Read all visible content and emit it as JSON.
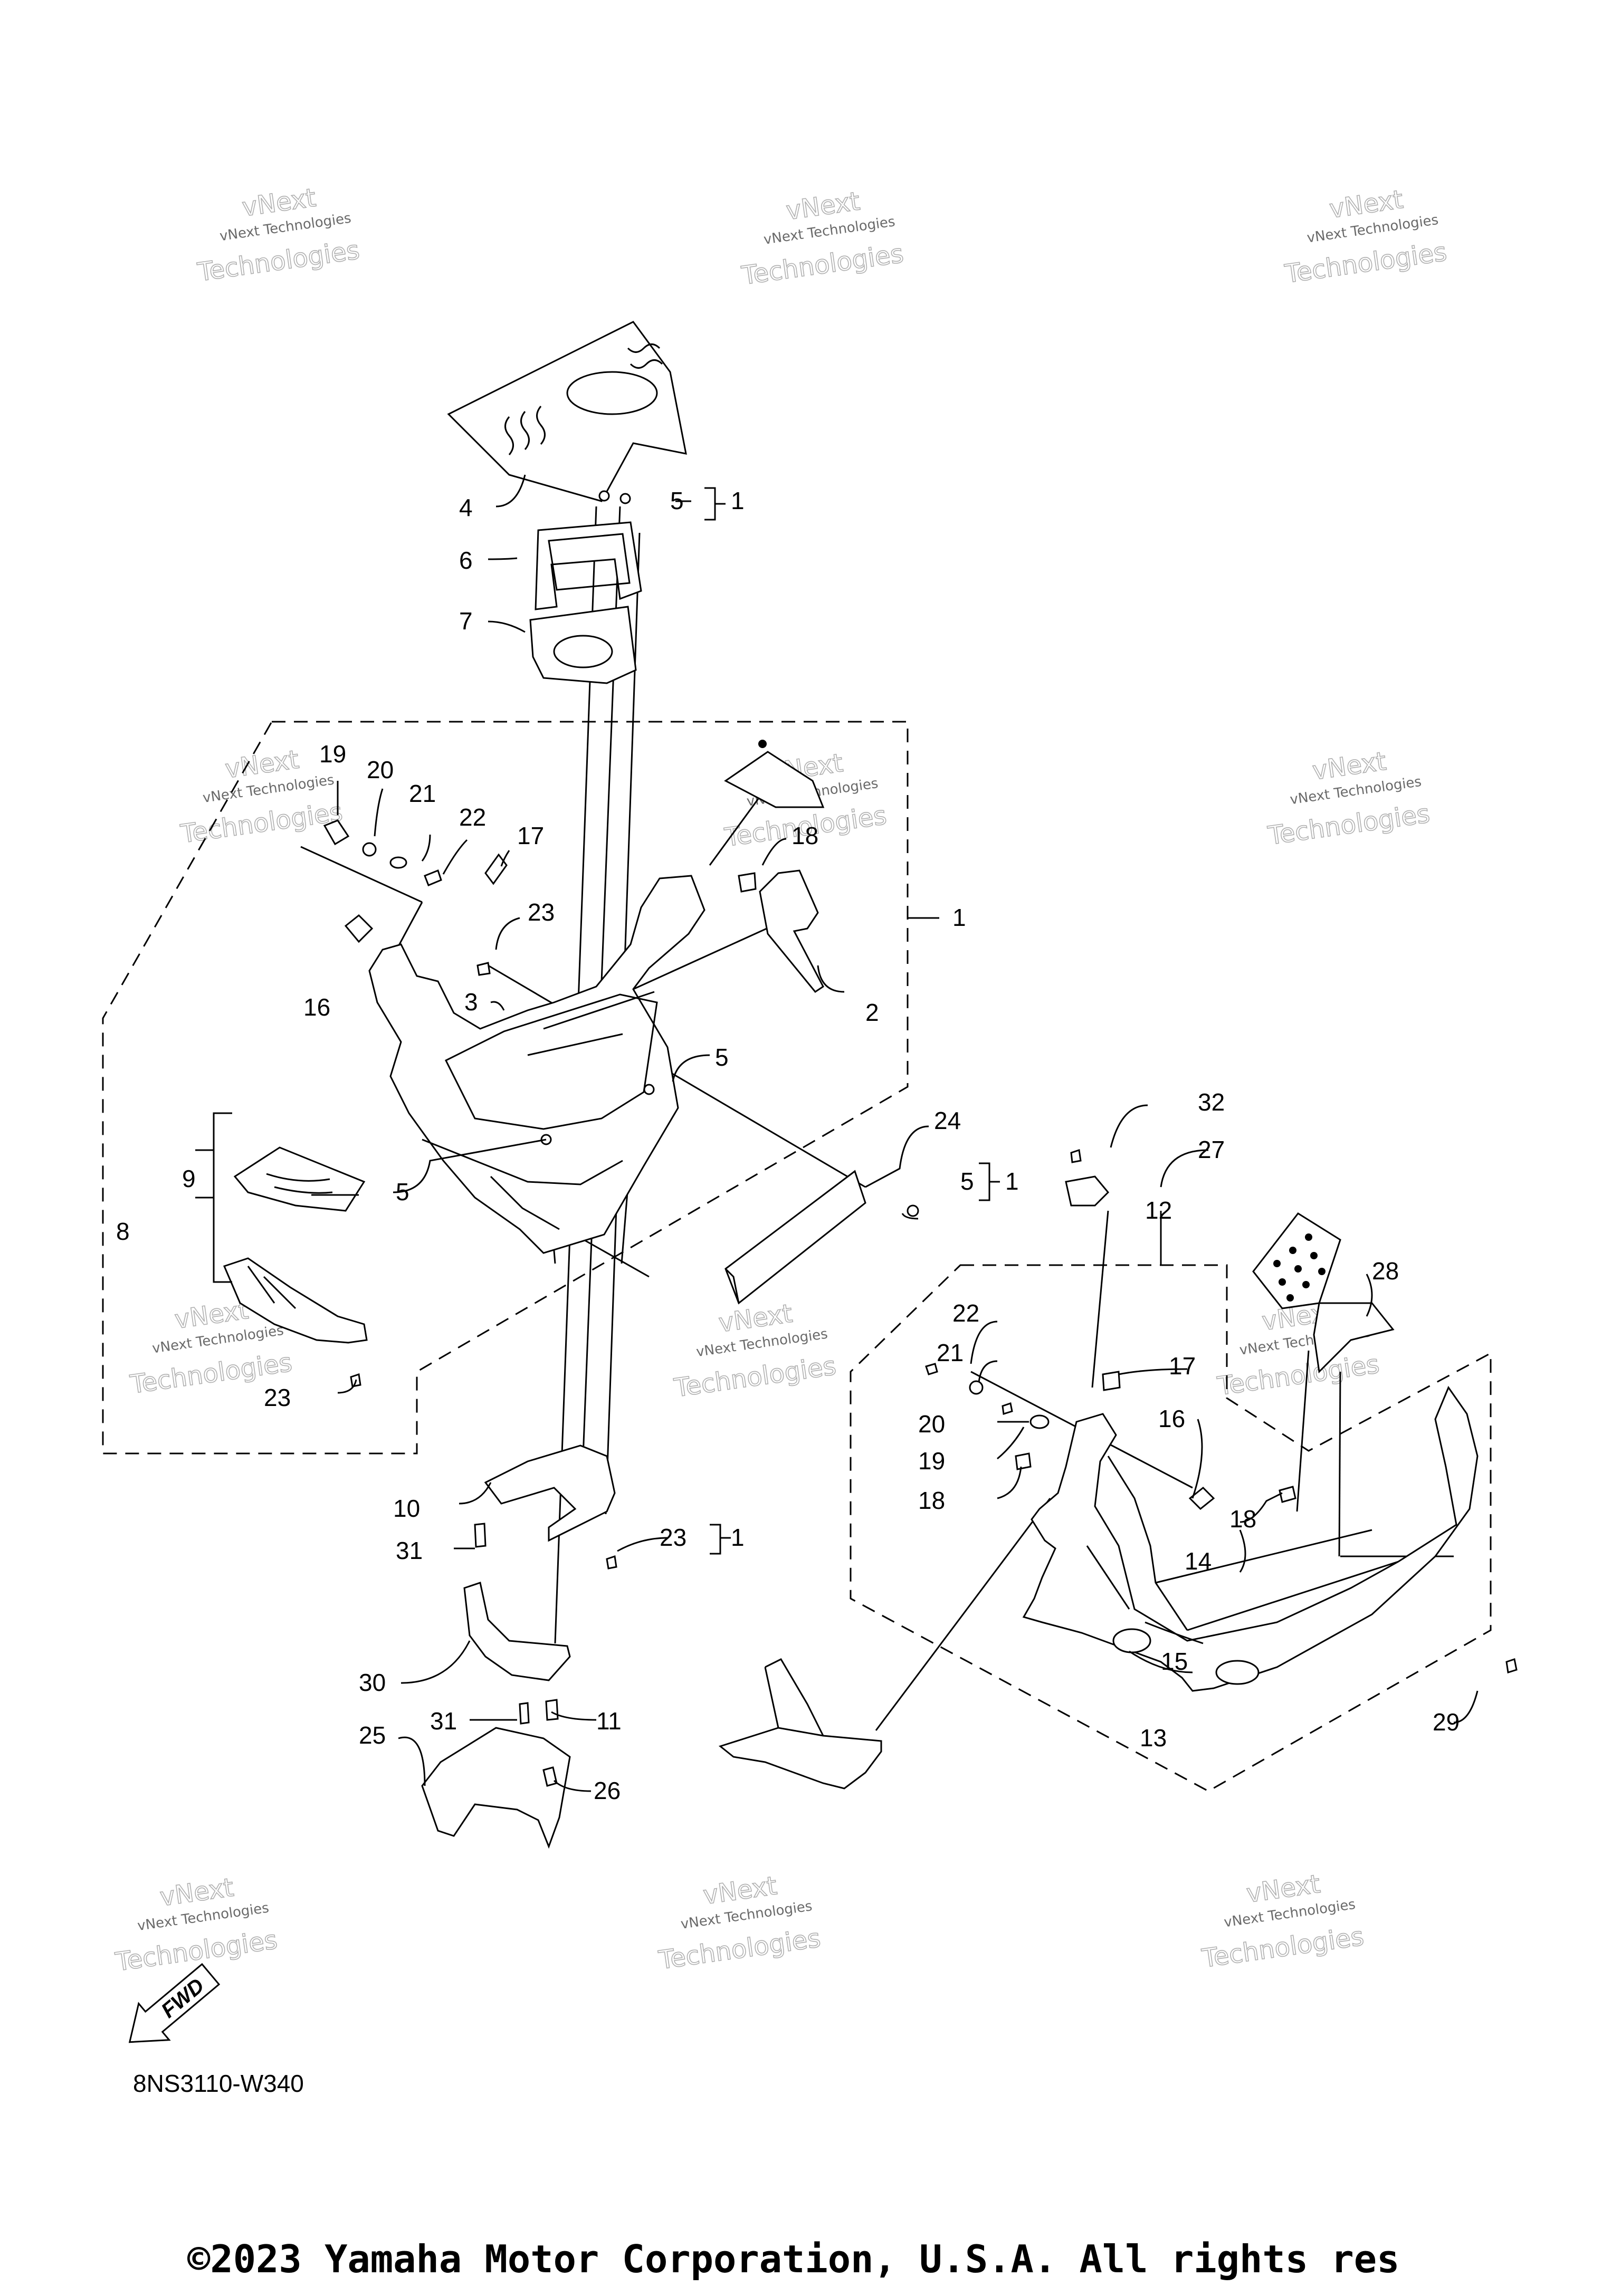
{
  "watermark": {
    "line1": "vNext",
    "line2": "vNext Technologies",
    "line3": "Technologies"
  },
  "callouts": [
    "1",
    "2",
    "3",
    "4",
    "5",
    "6",
    "7",
    "8",
    "9",
    "10",
    "11",
    "12",
    "13",
    "14",
    "15",
    "16",
    "17",
    "18",
    "19",
    "20",
    "21",
    "22",
    "23",
    "24",
    "25",
    "26",
    "27",
    "28",
    "29",
    "30",
    "31",
    "32"
  ],
  "fwd_label": "FWD",
  "diagram_code": "8NS3110-W340",
  "copyright": "©2023 Yamaha Motor Corporation, U.S.A. All rights res"
}
